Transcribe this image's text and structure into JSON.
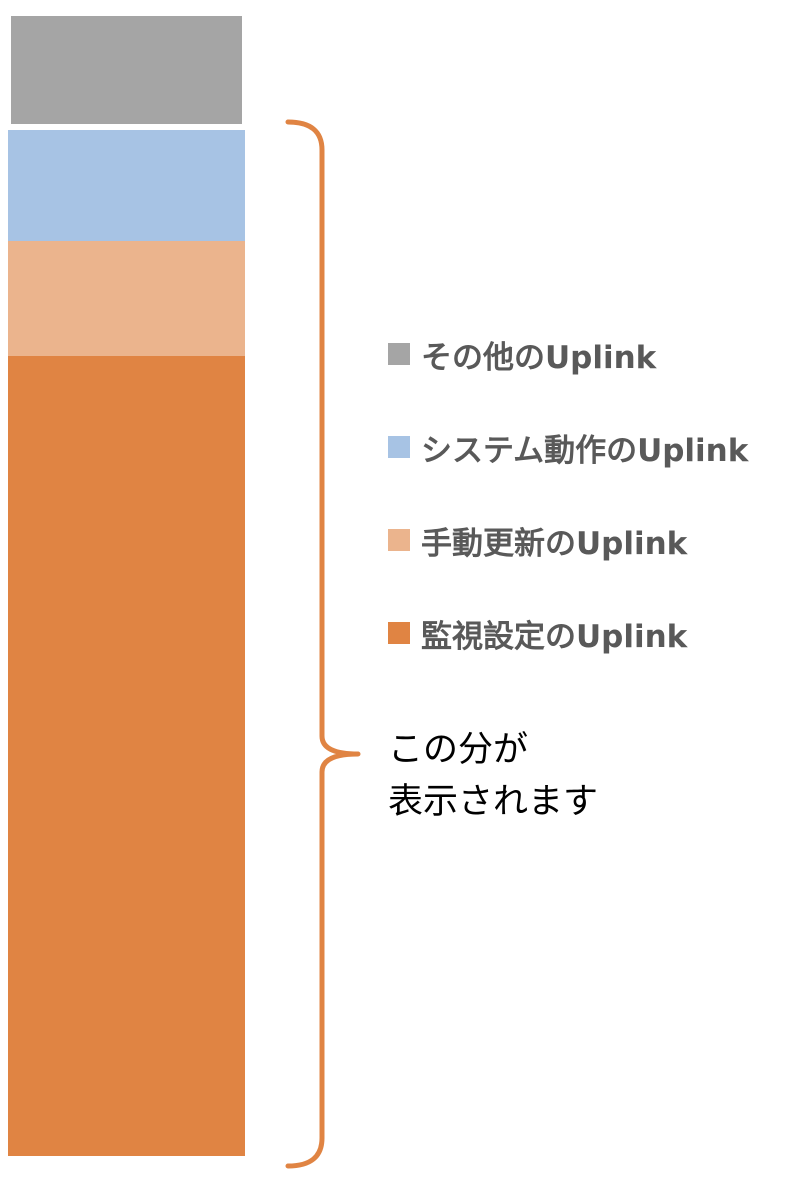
{
  "chart_data": {
    "type": "bar",
    "stacked": true,
    "orientation": "vertical",
    "series": [
      {
        "name": "監視設定のUplink",
        "value": 800,
        "color": "#E08443"
      },
      {
        "name": "手動更新のUplink",
        "value": 115,
        "color": "#EBB48D"
      },
      {
        "name": "システム動作のUplink",
        "value": 111,
        "color": "#A7C3E4"
      },
      {
        "name": "その他のUplink",
        "value": 108,
        "color": "#A5A5A5"
      }
    ],
    "legend_position": "right",
    "legend_order": [
      "その他のUplink",
      "システム動作のUplink",
      "手動更新のUplink",
      "監視設定のUplink"
    ],
    "bracket_color": "#E08443",
    "annotation": {
      "lines": [
        "この分が",
        "表示されます"
      ],
      "covers_series": [
        "監視設定のUplink",
        "手動更新のUplink",
        "システム動作のUplink"
      ]
    }
  }
}
